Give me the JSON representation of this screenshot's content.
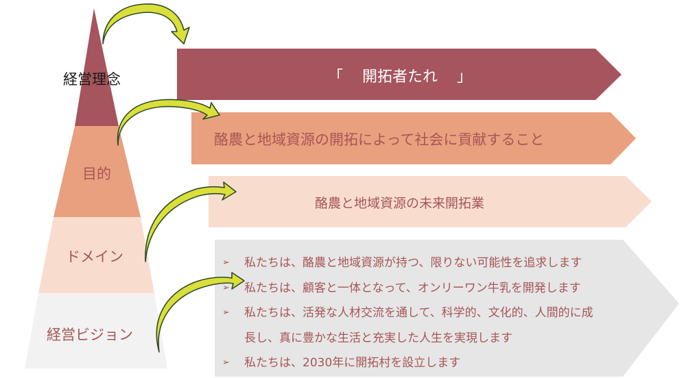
{
  "colors": {
    "tier1": "#A6545D",
    "tier2": "#E9A07E",
    "tier3": "#F8DDCF",
    "tier4": "#F2F2F2",
    "band4": "#E6E6E6",
    "arrow_fill": "#DBDF3A",
    "arrow_outline": "#2E4A2C",
    "text_red": "#A65656"
  },
  "pyramid": {
    "tier1_label": "経営理念",
    "tier2_label": "目的",
    "tier3_label": "ドメイン",
    "tier4_label": "経営ビジョン"
  },
  "bands": {
    "philosophy": {
      "open_quote": "「",
      "text": "開拓者たれ",
      "close_quote": "」"
    },
    "purpose": {
      "text": "酪農と地域資源の開拓によって社会に貢献すること"
    },
    "domain": {
      "text": "酪農と地域資源の未来開拓業"
    },
    "vision": {
      "bullet_icon": "arrowhead-bullet-icon",
      "items": [
        "私たちは、酪農と地域資源が持つ、限りない可能性を追求します",
        "私たちは、顧客と一体となって、オンリーワン牛乳を開発します",
        "私たちは、活発な人材交流を通して、科学的、文化的、人間的に成",
        "私たちは、2030年に開拓村を設立します"
      ],
      "item3_continuation": "長し、真に豊かな生活と充実した人生を実現します"
    }
  }
}
